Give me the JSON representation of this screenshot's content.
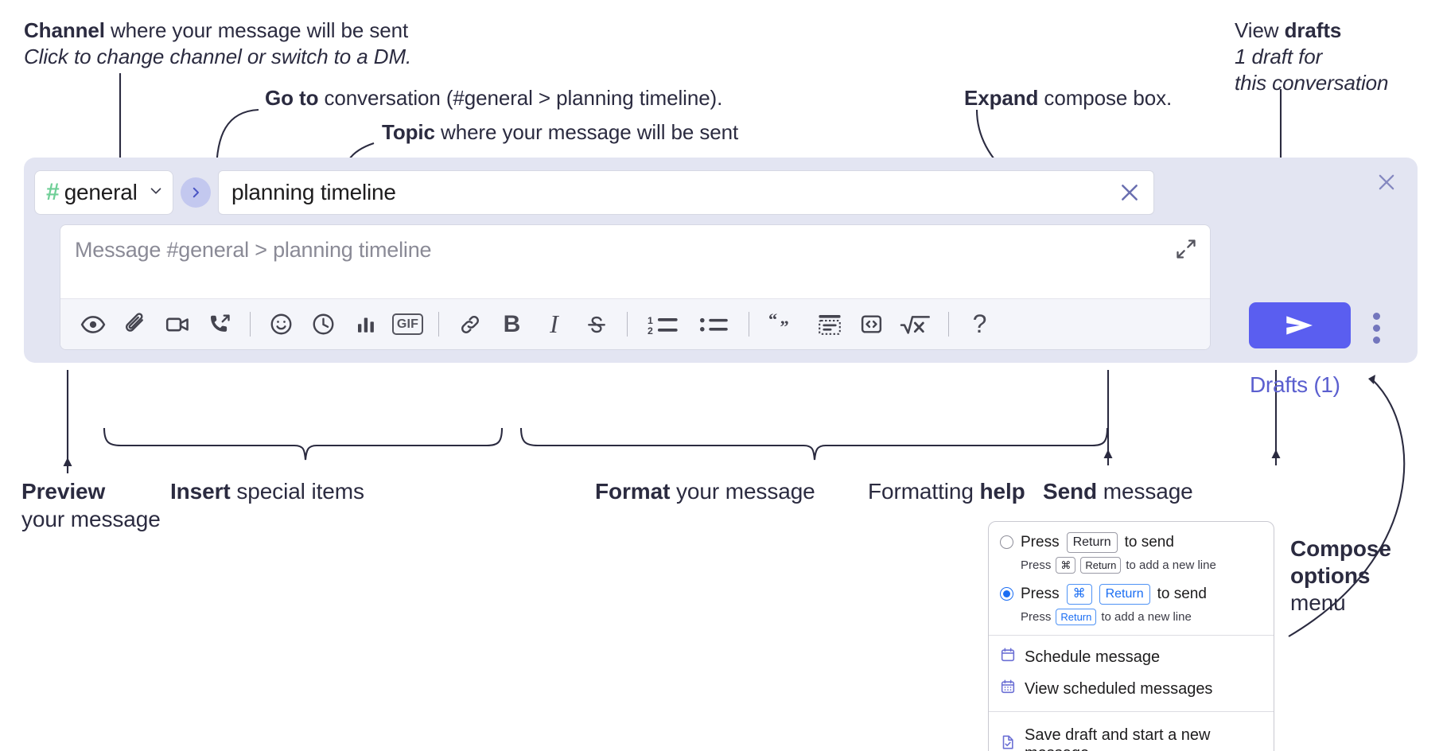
{
  "annotations": {
    "channel": {
      "bold": "Channel",
      "rest": " where your message will be sent",
      "italic": "Click to change channel or switch to a DM."
    },
    "goto": {
      "bold": "Go to",
      "rest": " conversation (#general > planning timeline)."
    },
    "topic": {
      "bold": "Topic",
      "rest": " where your message will be sent"
    },
    "expand": {
      "bold": "Expand",
      "rest": " compose box."
    },
    "drafts": {
      "lead": "View ",
      "bold": "drafts",
      "italic_line1": "1 draft for",
      "italic_line2": "this conversation"
    },
    "preview": {
      "bold": "Preview",
      "line2": "your message"
    },
    "insert": {
      "bold": "Insert",
      "rest": " special items"
    },
    "format": {
      "bold": "Format",
      "rest": " your message"
    },
    "help": {
      "lead": "Formatting ",
      "bold": "help"
    },
    "send": {
      "bold": "Send",
      "rest": " message"
    },
    "compose_options": {
      "bold_line1": "Compose",
      "bold_line2": "options",
      "line3": "menu"
    }
  },
  "compose": {
    "channel": {
      "hash": "#",
      "name": "general"
    },
    "topic": {
      "value": "planning timeline"
    },
    "editor": {
      "placeholder": "Message #general > planning timeline"
    },
    "drafts_link": "Drafts (1)",
    "toolbar": [
      {
        "name": "preview-icon",
        "label": "Preview"
      },
      {
        "name": "attachment-icon",
        "label": "Attach file"
      },
      {
        "name": "video-icon",
        "label": "Video clip"
      },
      {
        "name": "audio-call-icon",
        "label": "Audio clip"
      },
      {
        "name": "separator",
        "label": ""
      },
      {
        "name": "emoji-icon",
        "label": "Emoji"
      },
      {
        "name": "clock-icon",
        "label": "Reminder"
      },
      {
        "name": "poll-icon",
        "label": "Poll"
      },
      {
        "name": "gif-icon",
        "label": "GIF"
      },
      {
        "name": "separator",
        "label": ""
      },
      {
        "name": "link-icon",
        "label": "Link"
      },
      {
        "name": "bold-icon",
        "label": "B"
      },
      {
        "name": "italic-icon",
        "label": "I"
      },
      {
        "name": "strikethrough-icon",
        "label": "Strikethrough"
      },
      {
        "name": "separator",
        "label": ""
      },
      {
        "name": "ordered-list-icon",
        "label": "Ordered list"
      },
      {
        "name": "bulleted-list-icon",
        "label": "Bulleted list"
      },
      {
        "name": "separator",
        "label": ""
      },
      {
        "name": "blockquote-icon",
        "label": "Blockquote"
      },
      {
        "name": "code-block-icon",
        "label": "Code block"
      },
      {
        "name": "inline-code-icon",
        "label": "Code"
      },
      {
        "name": "math-icon",
        "label": "Math"
      },
      {
        "name": "separator",
        "label": ""
      },
      {
        "name": "help-icon",
        "label": "?"
      }
    ]
  },
  "dropdown": {
    "option1": {
      "press": "Press",
      "key": "Return",
      "suffix": "to send",
      "sub_press": "Press",
      "sub_key1": "⌘",
      "sub_key2": "Return",
      "sub_suffix": "to add a new line",
      "selected": false
    },
    "option2": {
      "press": "Press",
      "key1": "⌘",
      "key2": "Return",
      "suffix": "to send",
      "sub_press": "Press",
      "sub_key": "Return",
      "sub_suffix": "to add a new line",
      "selected": true
    },
    "items": [
      {
        "icon": "calendar-icon",
        "label": "Schedule message"
      },
      {
        "icon": "calendar-list-icon",
        "label": "View scheduled messages"
      },
      {
        "icon": "save-draft-icon",
        "label": "Save draft and start a new message"
      }
    ]
  },
  "colors": {
    "panel_bg": "#e3e5f2",
    "accent_send": "#5a5ef0",
    "drafts_text": "#5b5fcf",
    "hash_green": "#6fcf97",
    "radio_blue": "#1b6ef3",
    "anno_text": "#2b2b40"
  }
}
